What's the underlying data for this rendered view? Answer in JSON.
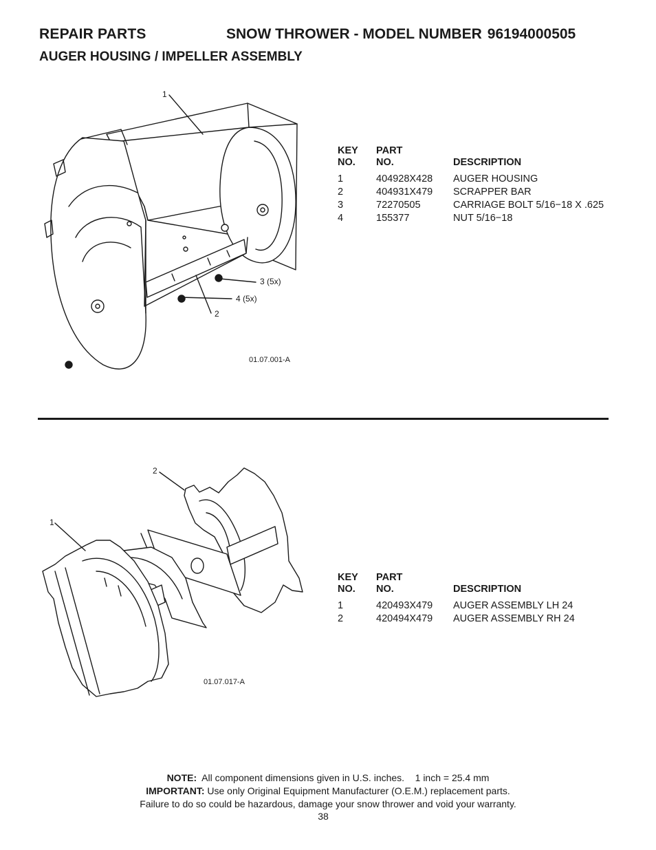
{
  "header": {
    "section": "REPAIR PARTS",
    "product": "SNOW THROWER - MODEL NUMBER",
    "model_number": "96194000505",
    "subtitle": "AUGER HOUSING / IMPELLER ASSEMBLY"
  },
  "diagram1": {
    "figure_id": "01.07.001-A",
    "callouts": [
      "1",
      "2",
      "3 (5x)",
      "4 (5x)"
    ],
    "table": {
      "headers": {
        "key_line1": "KEY",
        "key_line2": "NO.",
        "part_line1": "PART",
        "part_line2": "NO.",
        "description": "DESCRIPTION"
      },
      "rows": [
        {
          "key": "1",
          "part": "404928X428",
          "description": "AUGER HOUSING"
        },
        {
          "key": "2",
          "part": "404931X479",
          "description": "SCRAPPER BAR"
        },
        {
          "key": "3",
          "part": "72270505",
          "description": "CARRIAGE BOLT 5/16−18 X .625"
        },
        {
          "key": "4",
          "part": "155377",
          "description": "NUT 5/16−18"
        }
      ]
    }
  },
  "diagram2": {
    "figure_id": "01.07.017-A",
    "callouts": [
      "1",
      "2"
    ],
    "table": {
      "headers": {
        "key_line1": "KEY",
        "key_line2": "NO.",
        "part_line1": "PART",
        "part_line2": "NO.",
        "description": "DESCRIPTION"
      },
      "rows": [
        {
          "key": "1",
          "part": "420493X479",
          "description": "AUGER ASSEMBLY LH 24"
        },
        {
          "key": "2",
          "part": "420494X479",
          "description": "AUGER ASSEMBLY RH 24"
        }
      ]
    }
  },
  "footer": {
    "note_label": "NOTE:",
    "note_text": "All component dimensions given in U.S. inches.",
    "conversion": "1 inch = 25.4 mm",
    "important_label": "IMPORTANT:",
    "important_text": "Use only Original Equipment Manufacturer (O.E.M.) replacement parts.",
    "warning_text": "Failure to do so could be hazardous, damage your snow thrower and void your warranty.",
    "page_number": "38"
  }
}
